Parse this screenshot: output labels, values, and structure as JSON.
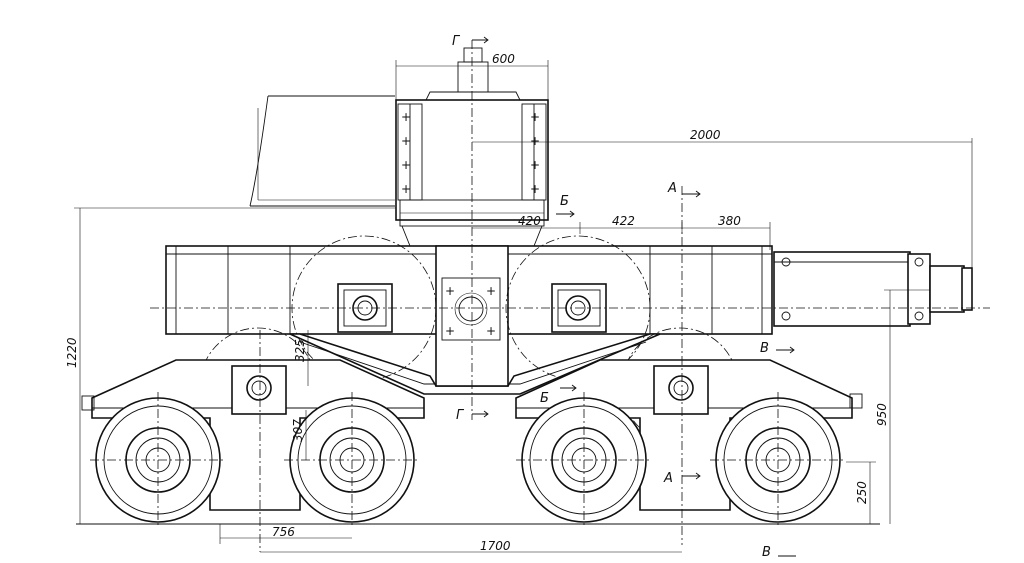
{
  "drawing": {
    "dimensions": {
      "d600": "600",
      "d2000": "2000",
      "d420": "420",
      "d422": "422",
      "d380": "380",
      "d1220": "1220",
      "d325": "325",
      "d307": "307",
      "d950": "950",
      "d250": "250",
      "d756": "756",
      "d1700": "1700"
    },
    "section_marks": {
      "g_top": "Г",
      "g_bottom": "Г",
      "b_top": "Б",
      "b_bottom": "Б",
      "a_top": "А",
      "a_bottom": "А",
      "v_mid": "В",
      "v_bottom": "В"
    }
  }
}
